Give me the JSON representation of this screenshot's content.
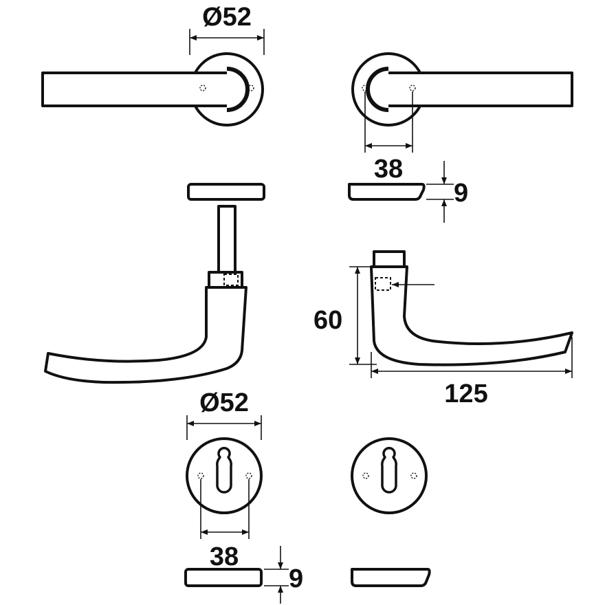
{
  "colors": {
    "line": "#111111",
    "background": "#ffffff"
  },
  "dimensions": {
    "rosette_diameter_top": "Ø52",
    "screw_spacing_top": "38",
    "rosette_thickness_top": "9",
    "lever_height": "60",
    "lever_length": "125",
    "rosette_diameter_bottom": "Ø52",
    "screw_spacing_bottom": "38",
    "rosette_thickness_bottom": "9"
  }
}
